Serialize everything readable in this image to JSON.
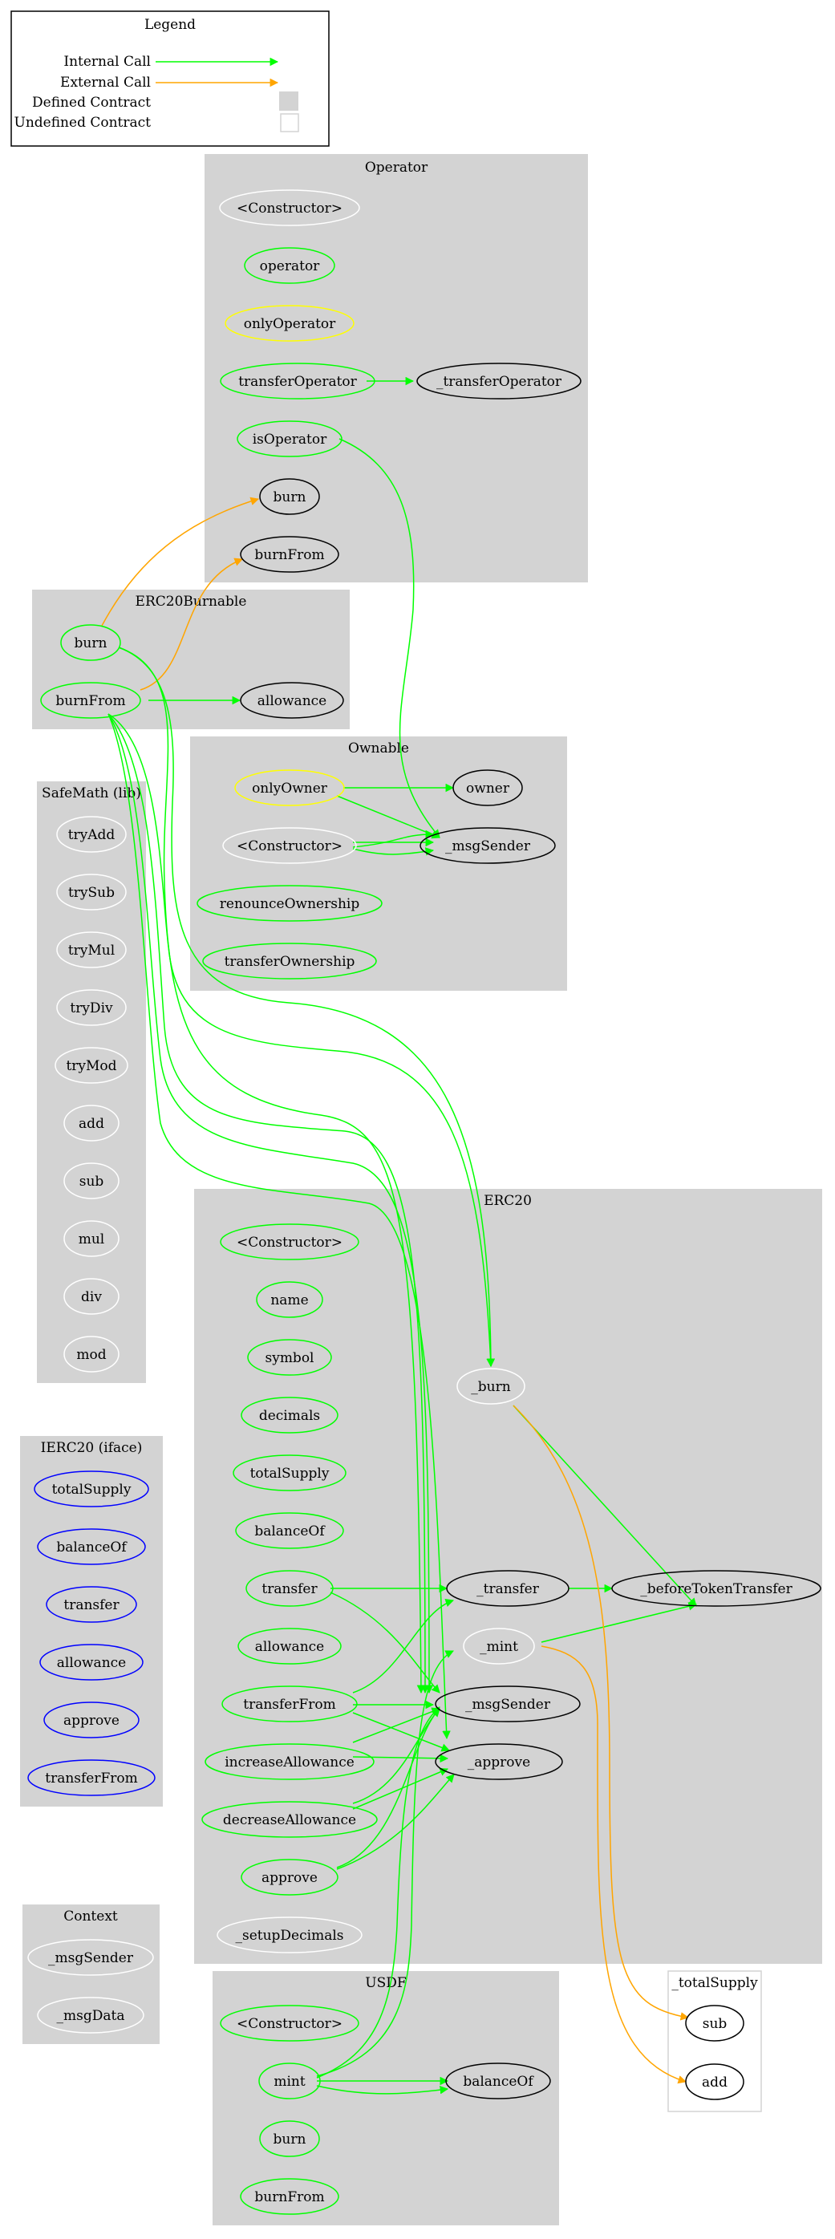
{
  "legend": {
    "title": "Legend",
    "items": [
      "Internal Call",
      "External Call",
      "Defined Contract",
      "Undefined Contract"
    ]
  },
  "colors": {
    "internal_call": "#00ff00",
    "external_call": "#ffa500",
    "defined_contract_fill": "#d3d3d3",
    "undefined_contract_border": "#d3d3d3",
    "node_public": "#00ff00",
    "node_modifier": "#ffff00",
    "node_internal": "#ffffff",
    "node_iface": "#0000ff",
    "node_external": "#000000"
  },
  "clusters": {
    "operator": {
      "title": "Operator",
      "nodes": [
        "<Constructor>",
        "operator",
        "onlyOperator",
        "transferOperator",
        "_transferOperator",
        "isOperator",
        "burn",
        "burnFrom"
      ]
    },
    "erc20burnable": {
      "title": "ERC20Burnable",
      "nodes": [
        "burn",
        "burnFrom",
        "allowance"
      ]
    },
    "safemath": {
      "title": "SafeMath  (lib)",
      "nodes": [
        "tryAdd",
        "trySub",
        "tryMul",
        "tryDiv",
        "tryMod",
        "add",
        "sub",
        "mul",
        "div",
        "mod"
      ]
    },
    "ownable": {
      "title": "Ownable",
      "nodes": [
        "onlyOwner",
        "owner",
        "<Constructor>",
        "_msgSender",
        "renounceOwnership",
        "transferOwnership"
      ]
    },
    "erc20": {
      "title": "ERC20",
      "nodes": [
        "<Constructor>",
        "name",
        "symbol",
        "decimals",
        "totalSupply",
        "balanceOf",
        "transfer",
        "allowance",
        "transferFrom",
        "increaseAllowance",
        "decreaseAllowance",
        "approve",
        "_setupDecimals",
        "_burn",
        "_transfer",
        "_beforeTokenTransfer",
        "_mint",
        "_msgSender",
        "_approve"
      ]
    },
    "ierc20": {
      "title": "IERC20  (iface)",
      "nodes": [
        "totalSupply",
        "balanceOf",
        "transfer",
        "allowance",
        "approve",
        "transferFrom"
      ]
    },
    "context": {
      "title": "Context",
      "nodes": [
        "_msgSender",
        "_msgData"
      ]
    },
    "usdf": {
      "title": "USDF",
      "nodes": [
        "<Constructor>",
        "mint",
        "balanceOf",
        "burn",
        "burnFrom"
      ]
    },
    "totalsupply": {
      "title": "_totalSupply",
      "nodes": [
        "sub",
        "add"
      ]
    }
  }
}
